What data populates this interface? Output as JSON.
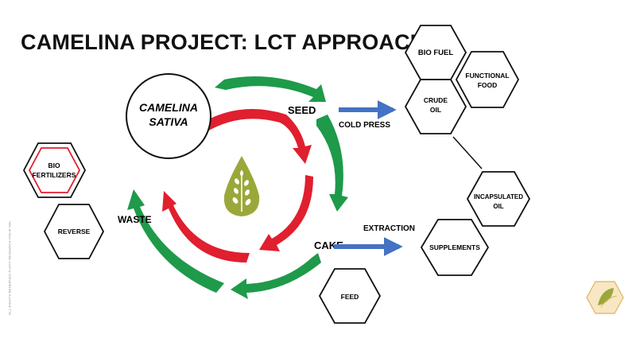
{
  "title": "CAMELINA PROJECT: LCT APPROACH",
  "center": {
    "line1": "CAMELINA",
    "line2": "SATIVA"
  },
  "cycle": {
    "seed": "SEED",
    "cake": "CAKE",
    "waste": "WASTE"
  },
  "arrows": {
    "cold_press": "COLD PRESS",
    "extraction": "EXTRACTION"
  },
  "hexagons": {
    "bio_fuel": "BIO FUEL",
    "functional_food": {
      "line1": "FUNCTIONAL",
      "line2": "FOOD"
    },
    "crude_oil": {
      "line1": "CRUDE",
      "line2": "OIL"
    },
    "incapsulated_oil": {
      "line1": "INCAPSULATED",
      "line2": "OIL"
    },
    "supplements": "SUPPLEMENTS",
    "feed": "FEED",
    "bio_fertilizers": {
      "line1": "BIO",
      "line2": "FERTILIZERS"
    },
    "reverse": "REVERSE"
  },
  "copyright": "ALL RIGHTS RESERVED PLANT RESEARCH ITALIA SRL",
  "colors": {
    "green": "#1e9a4a",
    "red": "#e01f2f",
    "blue": "#4472c4",
    "olive": "#9aa83a",
    "gold": "#e0b45c"
  }
}
